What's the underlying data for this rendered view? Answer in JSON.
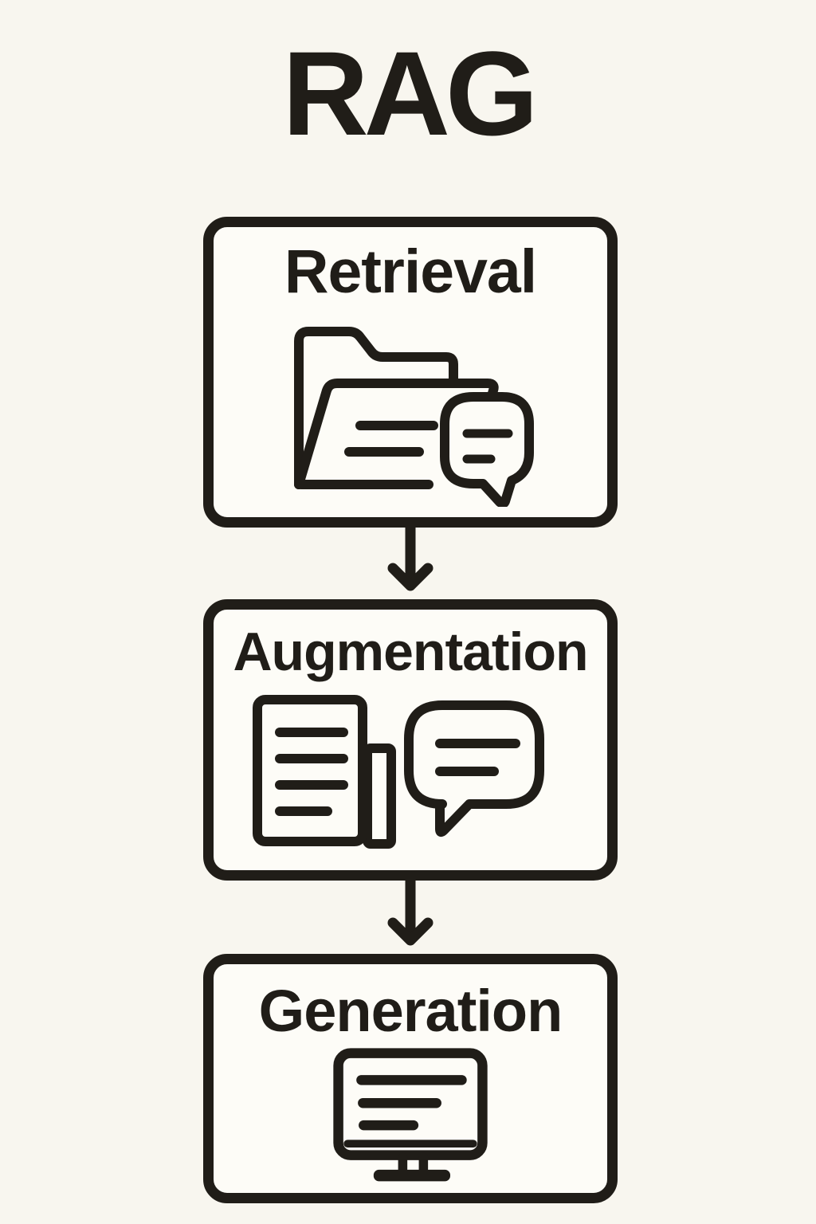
{
  "title": "RAG",
  "colors": {
    "background": "#f8f6ef",
    "box_fill": "#fdfcf7",
    "ink": "#201d18"
  },
  "flow": {
    "boxes": [
      {
        "label": "Retrieval",
        "icon": "folder-with-chat-bubble-icon"
      },
      {
        "label": "Augmentation",
        "icon": "document-with-chat-bubble-icon"
      },
      {
        "label": "Generation",
        "icon": "computer-monitor-icon"
      }
    ],
    "connectors": [
      {
        "type": "down-arrow"
      },
      {
        "type": "down-arrow"
      }
    ]
  }
}
